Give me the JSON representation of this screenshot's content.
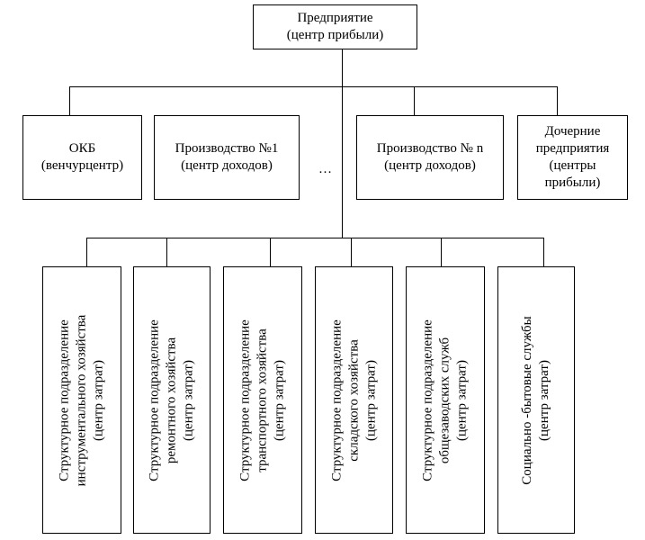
{
  "root": {
    "line1": "Предприятие",
    "line2": "(центр прибыли)"
  },
  "level2": [
    {
      "line1": "ОКБ",
      "line2": "(венчурцентр)"
    },
    {
      "line1": "Производство №1",
      "line2": "(центр доходов)"
    },
    {
      "line1": "Производство № n",
      "line2": "(центр доходов)"
    },
    {
      "line1": "Дочерние",
      "line2": "предприятия",
      "line3": "(центры",
      "line4": "прибыли)"
    }
  ],
  "ellipsis": "…",
  "level3": [
    {
      "line1": "Структурное подразделение",
      "line2": "инструментального хозяйства",
      "line3": "(центр затрат)"
    },
    {
      "line1": "Структурное подразделение",
      "line2": "ремонтного  хозяйства",
      "line3": "(центр затрат)"
    },
    {
      "line1": "Структурное подразделение",
      "line2": "транспортного  хозяйства",
      "line3": "(центр затрат)"
    },
    {
      "line1": "Структурное подразделение",
      "line2": "складского  хозяйства",
      "line3": "(центр затрат)"
    },
    {
      "line1": "Структурное подразделение",
      "line2": "общезаводских служб",
      "line3": "(центр затрат)"
    },
    {
      "line1": "Социально -бытовые службы",
      "line2": "(центр затрат)"
    }
  ]
}
